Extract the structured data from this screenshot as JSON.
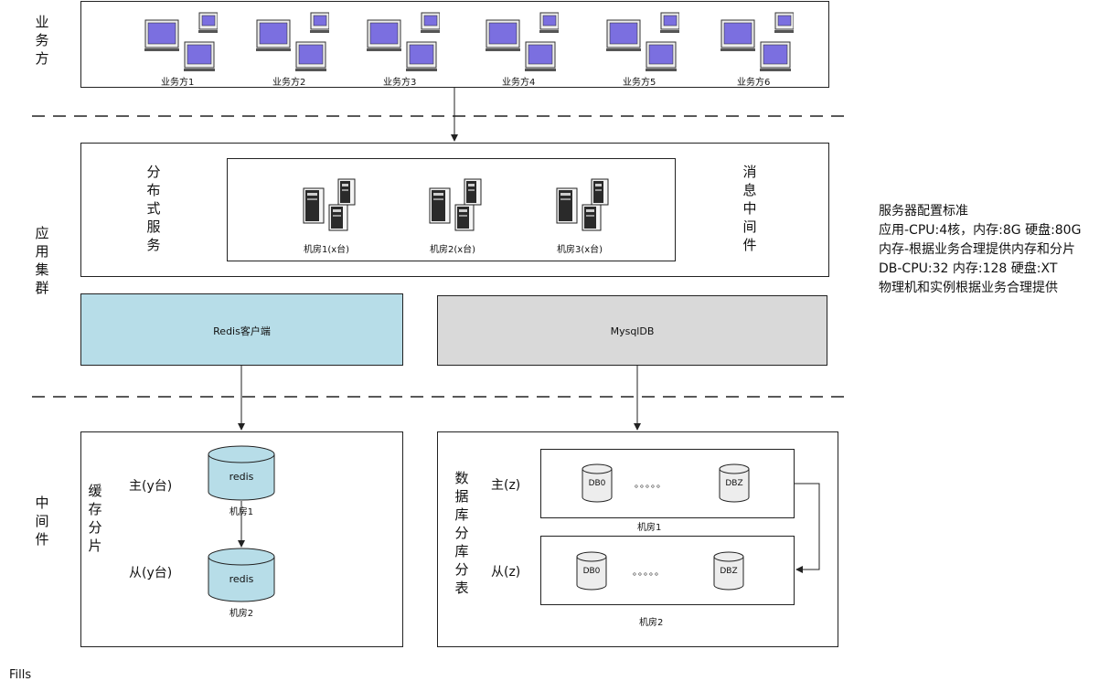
{
  "layers": {
    "business": "业务方",
    "app_cluster": "应用集群",
    "middleware": "中间件"
  },
  "business_parties": [
    "业务方1",
    "业务方2",
    "业务方3",
    "业务方4",
    "业务方5",
    "业务方6"
  ],
  "app": {
    "distributed_service": "分布式服务",
    "message_middleware": "消息中间件",
    "rooms": [
      "机房1(x台)",
      "机房2(x台)",
      "机房3(x台)"
    ]
  },
  "clients": {
    "redis": "Redis客户端",
    "mysql": "MysqlDB"
  },
  "cache": {
    "title": "缓存分片",
    "master_label": "主(y台)",
    "slave_label": "从(y台)",
    "node_label": "redis",
    "room1": "机房1",
    "room2": "机房2"
  },
  "db": {
    "title": "数据库分库分表",
    "master_label": "主(z)",
    "slave_label": "从(z)",
    "db_first": "DB0",
    "db_last": "DBZ",
    "ellipsis": "。。。。。",
    "room1": "机房1",
    "room2": "机房2"
  },
  "server_notes": {
    "title": "服务器配置标准",
    "lines": [
      "应用-CPU:4核，内存:8G 硬盘:80G",
      "内存-根据业务合理提供内存和分片",
      "DB-CPU:32 内存:128 硬盘:XT",
      "物理机和实例根据业务合理提供"
    ]
  },
  "footer": "Fills",
  "colors": {
    "redis_fill": "#b7dde8",
    "mysql_fill": "#d9d9d9",
    "redis_cylinder": "#b7dde8",
    "db_cylinder": "#ededed",
    "monitor_screen": "#7b6fe0"
  }
}
